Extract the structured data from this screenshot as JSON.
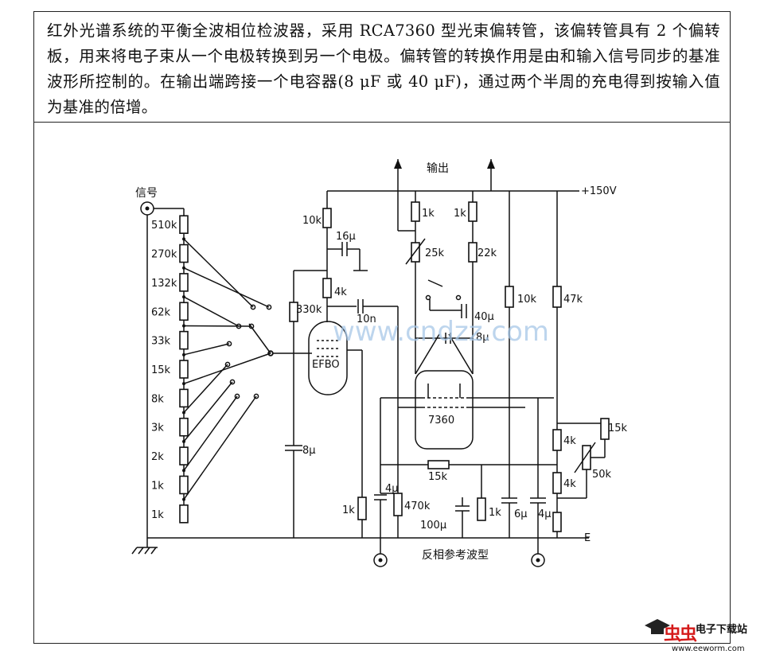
{
  "description": "红外光谱系统的平衡全波相位检波器，采用 RCA7360 型光束偏转管，该偏转管具有 2 个偏转板，用来将电子束从一个电极转换到另一个电极。偏转管的转换作用是由和输入信号同步的基准波形所控制的。在输出端跨接一个电容器(8 μF 或 40 μF)，通过两个半周的充电得到按输入值为基准的倍增。",
  "labels": {
    "signal": "信号",
    "output": "输出",
    "supply": "+150V",
    "ground_E": "E",
    "ref_wave": "反相参考波型",
    "tube1": "EFBO",
    "tube2": "7360"
  },
  "ladder": [
    "510k",
    "270k",
    "132k",
    "62k",
    "33k",
    "15k",
    "8k",
    "3k",
    "2k",
    "1k",
    "1k"
  ],
  "components": {
    "r10k_top": "10k",
    "c16u": "16μ",
    "r4k": "4k",
    "r330k": "330k",
    "c10n": "10n",
    "c8u_left": "8μ",
    "r1k_out1": "1k",
    "r1k_out2": "1k",
    "r25k": "25k",
    "r22k": "22k",
    "c40u": "40μ",
    "c8u_mid": "8μ",
    "r10k_right": "10k",
    "r47k": "47k",
    "r4k_a": "4k",
    "r4k_b": "4k",
    "r15k_right": "15k",
    "pot50k": "50k",
    "r15k_mid": "15k",
    "r1k_bot1": "1k",
    "c4u_a": "4μ",
    "r470k": "470k",
    "c100u": "100μ",
    "r1k_bot2": "1k",
    "c6u": "6μ",
    "c4u_b": "4μ"
  },
  "watermark": "www.cndzz.com",
  "logo": {
    "brand": "虫虫",
    "site": "电子下载站",
    "url": "www.eeworm.com"
  }
}
